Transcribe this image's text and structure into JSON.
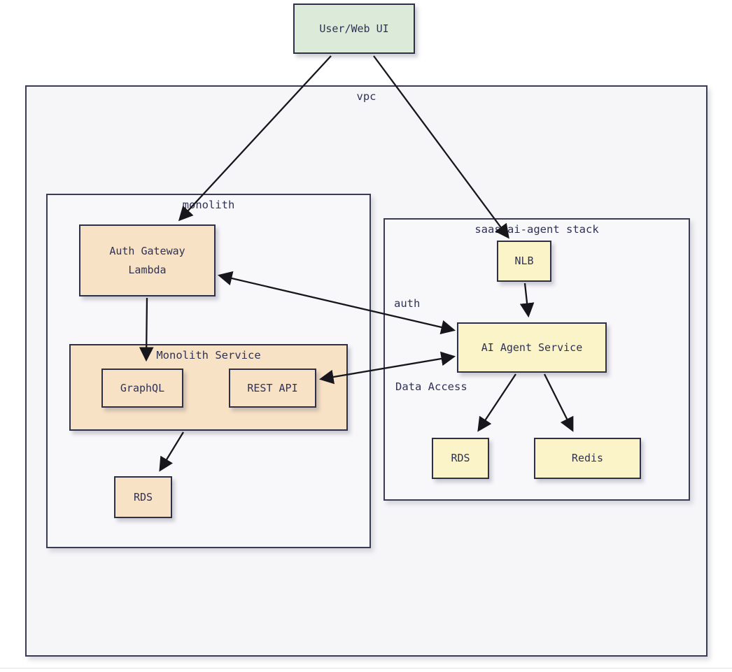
{
  "diagram": {
    "type": "architecture-diagram",
    "containers": {
      "vpc": {
        "label": "vpc"
      },
      "monolith": {
        "label": "monolith"
      },
      "saas_stack": {
        "label": "saas-ai-agent stack"
      }
    },
    "nodes": {
      "user_web_ui": {
        "label": "User/Web UI",
        "fill": "#dcead9"
      },
      "auth_gateway_lambda": {
        "label_line1": "Auth Gateway",
        "label_line2": "Lambda",
        "fill": "#f8e2c6"
      },
      "monolith_service": {
        "label": "Monolith Service",
        "fill": "#f8e2c6"
      },
      "graphql": {
        "label": "GraphQL",
        "fill": "#f8e2c6"
      },
      "rest_api": {
        "label": "REST API",
        "fill": "#f8e2c6"
      },
      "monolith_rds": {
        "label": "RDS",
        "fill": "#f8e2c6"
      },
      "nlb": {
        "label": "NLB",
        "fill": "#fbf4c8"
      },
      "ai_agent_service": {
        "label": "AI Agent Service",
        "fill": "#fbf4c8"
      },
      "saas_rds": {
        "label": "RDS",
        "fill": "#fbf4c8"
      },
      "redis": {
        "label": "Redis",
        "fill": "#fbf4c8"
      }
    },
    "edges": [
      {
        "from": "user_web_ui",
        "to": "auth_gateway_lambda",
        "direction": "one-way"
      },
      {
        "from": "user_web_ui",
        "to": "nlb",
        "direction": "one-way"
      },
      {
        "from": "auth_gateway_lambda",
        "to": "monolith_service",
        "direction": "one-way"
      },
      {
        "from": "monolith_service",
        "to": "monolith_rds",
        "direction": "one-way"
      },
      {
        "from": "nlb",
        "to": "ai_agent_service",
        "direction": "one-way"
      },
      {
        "from": "auth_gateway_lambda",
        "to": "ai_agent_service",
        "direction": "two-way",
        "label": "auth"
      },
      {
        "from": "rest_api",
        "to": "ai_agent_service",
        "direction": "two-way",
        "label": "Data Access"
      },
      {
        "from": "ai_agent_service",
        "to": "saas_rds",
        "direction": "one-way"
      },
      {
        "from": "ai_agent_service",
        "to": "redis",
        "direction": "one-way"
      }
    ],
    "colors": {
      "node_border": "#2e3048",
      "container_border": "#3a3c55",
      "container_fill": "#f6f6f9",
      "arrow": "#16161c",
      "text": "#2f3255",
      "green_fill": "#dcead9",
      "peach_fill": "#f8e2c6",
      "yellow_fill": "#fbf4c8"
    }
  }
}
